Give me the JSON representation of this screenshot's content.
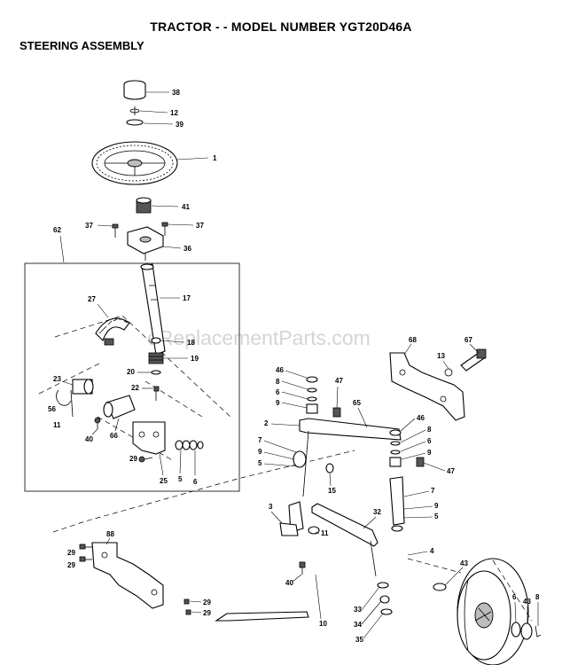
{
  "header": {
    "title": "TRACTOR - - MODEL NUMBER YGT20D46A",
    "section": "STEERING ASSEMBLY"
  },
  "watermark": "eReplacementParts.com",
  "callouts": [
    "38",
    "12",
    "39",
    "1",
    "41",
    "37",
    "37",
    "36",
    "62",
    "17",
    "27",
    "18",
    "19",
    "20",
    "22",
    "23",
    "56",
    "11",
    "40",
    "66",
    "29",
    "25",
    "5",
    "6",
    "68",
    "67",
    "13",
    "46",
    "8",
    "6",
    "9",
    "47",
    "65",
    "2",
    "7",
    "9",
    "5",
    "15",
    "46",
    "8",
    "6",
    "9",
    "47",
    "7",
    "9",
    "5",
    "3",
    "32",
    "4",
    "11",
    "40",
    "10",
    "43",
    "33",
    "34",
    "35",
    "6",
    "43",
    "8",
    "88",
    "29",
    "29",
    "29",
    "29"
  ]
}
